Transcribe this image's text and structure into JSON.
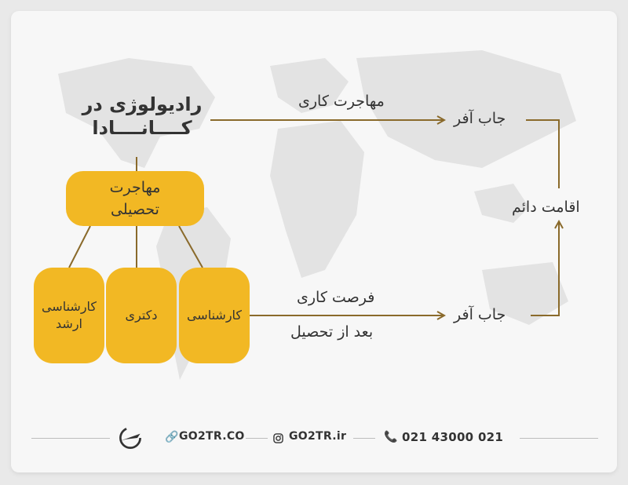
{
  "title": {
    "line1": "رادیولوژی در",
    "line2": "کــــانــــادا"
  },
  "top_route": {
    "label": "مهاجرت کاری",
    "job_offer": "جاب آفر"
  },
  "bottom_route": {
    "label_line1": "فرصت کاری",
    "label_line2": "بعد از تحصیل",
    "job_offer": "جاب آفر"
  },
  "result": "اقامت دائم",
  "study_migration": {
    "line1": "مهاجرت",
    "line2": "تحصیلی"
  },
  "degrees": {
    "masters": {
      "line1": "کارشناسی",
      "line2": "ارشد"
    },
    "phd": "دکتری",
    "bachelors": "کارشناسی"
  },
  "footer": {
    "website": "GO2TR.CO",
    "instagram": "GO2TR.ir",
    "phone": "021 43000 021",
    "icons": [
      "plane-logo-icon",
      "link-icon",
      "instagram-icon",
      "phone-icon"
    ]
  },
  "colors": {
    "accent": "#f2b824",
    "connector": "#8a6a2b",
    "text": "#333333",
    "background": "#f7f7f7"
  }
}
